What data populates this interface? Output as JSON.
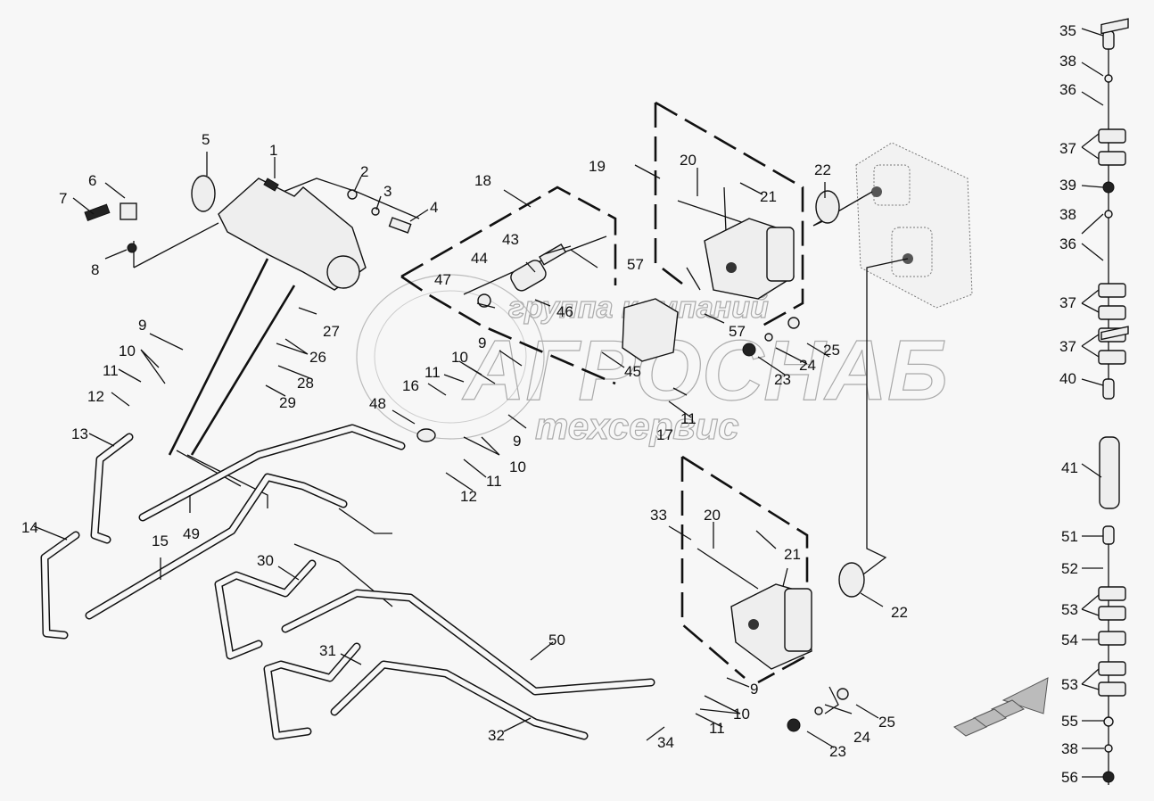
{
  "diagram": {
    "type": "exploded-parts-diagram",
    "subject": "hydraulic pump and piping assembly",
    "watermark": {
      "line1": "группа компаний",
      "line2": "АГРОСНАБ",
      "line3": "техсервис"
    },
    "callouts": [
      {
        "id": "c1",
        "label": "1"
      },
      {
        "id": "c2",
        "label": "2"
      },
      {
        "id": "c3",
        "label": "3"
      },
      {
        "id": "c4",
        "label": "4"
      },
      {
        "id": "c5",
        "label": "5"
      },
      {
        "id": "c6",
        "label": "6"
      },
      {
        "id": "c7",
        "label": "7"
      },
      {
        "id": "c8",
        "label": "8"
      },
      {
        "id": "c9a",
        "label": "9"
      },
      {
        "id": "c10a",
        "label": "10"
      },
      {
        "id": "c11a",
        "label": "11"
      },
      {
        "id": "c12a",
        "label": "12"
      },
      {
        "id": "c13",
        "label": "13"
      },
      {
        "id": "c14",
        "label": "14"
      },
      {
        "id": "c15",
        "label": "15"
      },
      {
        "id": "c16",
        "label": "16"
      },
      {
        "id": "c17",
        "label": "17"
      },
      {
        "id": "c18",
        "label": "18"
      },
      {
        "id": "c19",
        "label": "19"
      },
      {
        "id": "c20a",
        "label": "20"
      },
      {
        "id": "c21a",
        "label": "21"
      },
      {
        "id": "c22a",
        "label": "22"
      },
      {
        "id": "c23a",
        "label": "23"
      },
      {
        "id": "c24a",
        "label": "24"
      },
      {
        "id": "c25a",
        "label": "25"
      },
      {
        "id": "c26",
        "label": "26"
      },
      {
        "id": "c27",
        "label": "27"
      },
      {
        "id": "c28",
        "label": "28"
      },
      {
        "id": "c29",
        "label": "29"
      },
      {
        "id": "c9b",
        "label": "9"
      },
      {
        "id": "c10b",
        "label": "10"
      },
      {
        "id": "c11b",
        "label": "11"
      },
      {
        "id": "c9c",
        "label": "9"
      },
      {
        "id": "c10c",
        "label": "10"
      },
      {
        "id": "c11c",
        "label": "11"
      },
      {
        "id": "c12b",
        "label": "12"
      },
      {
        "id": "c11d",
        "label": "11"
      },
      {
        "id": "c43",
        "label": "43"
      },
      {
        "id": "c44",
        "label": "44"
      },
      {
        "id": "c45",
        "label": "45"
      },
      {
        "id": "c46",
        "label": "46"
      },
      {
        "id": "c47",
        "label": "47"
      },
      {
        "id": "c48",
        "label": "48"
      },
      {
        "id": "c49",
        "label": "49"
      },
      {
        "id": "c57a",
        "label": "57"
      },
      {
        "id": "c57b",
        "label": "57"
      },
      {
        "id": "c30",
        "label": "30"
      },
      {
        "id": "c31",
        "label": "31"
      },
      {
        "id": "c32",
        "label": "32"
      },
      {
        "id": "c33",
        "label": "33"
      },
      {
        "id": "c34",
        "label": "34"
      },
      {
        "id": "c50",
        "label": "50"
      },
      {
        "id": "c20b",
        "label": "20"
      },
      {
        "id": "c21b",
        "label": "21"
      },
      {
        "id": "c22b",
        "label": "22"
      },
      {
        "id": "c9d",
        "label": "9"
      },
      {
        "id": "c10d",
        "label": "10"
      },
      {
        "id": "c11e",
        "label": "11"
      },
      {
        "id": "c23b",
        "label": "23"
      },
      {
        "id": "c24b",
        "label": "24"
      },
      {
        "id": "c25b",
        "label": "25"
      },
      {
        "id": "c35",
        "label": "35"
      },
      {
        "id": "c38a",
        "label": "38"
      },
      {
        "id": "c36a",
        "label": "36"
      },
      {
        "id": "c37a",
        "label": "37"
      },
      {
        "id": "c39",
        "label": "39"
      },
      {
        "id": "c38b",
        "label": "38"
      },
      {
        "id": "c36b",
        "label": "36"
      },
      {
        "id": "c37b",
        "label": "37"
      },
      {
        "id": "c37c",
        "label": "37"
      },
      {
        "id": "c40",
        "label": "40"
      },
      {
        "id": "c41",
        "label": "41"
      },
      {
        "id": "c51",
        "label": "51"
      },
      {
        "id": "c52",
        "label": "52"
      },
      {
        "id": "c53a",
        "label": "53"
      },
      {
        "id": "c54",
        "label": "54"
      },
      {
        "id": "c53b",
        "label": "53"
      },
      {
        "id": "c55",
        "label": "55"
      },
      {
        "id": "c38c",
        "label": "38"
      },
      {
        "id": "c56",
        "label": "56"
      }
    ],
    "direction_arrow": "forward-direction-arrow"
  }
}
